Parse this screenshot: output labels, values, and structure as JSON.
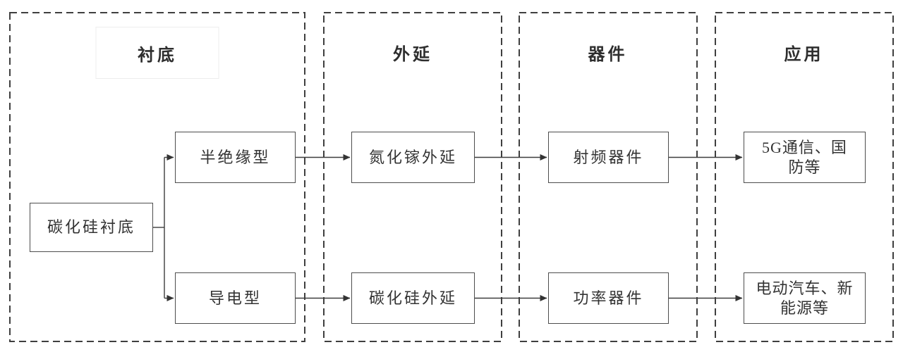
{
  "columns": [
    {
      "title": "衬底"
    },
    {
      "title": "外延"
    },
    {
      "title": "器件"
    },
    {
      "title": "应用"
    }
  ],
  "nodes": {
    "substrate": {
      "label": "碳化硅衬底"
    },
    "semi_insulating": {
      "label": "半绝缘型"
    },
    "conductive": {
      "label": "导电型"
    },
    "gan_epitaxy": {
      "label": "氮化镓外延"
    },
    "sic_epitaxy": {
      "label": "碳化硅外延"
    },
    "rf_devices": {
      "label": "射频器件"
    },
    "power_devices": {
      "label": "功率器件"
    },
    "app_rf": {
      "label": "5G通信、国防等",
      "lines": [
        "5G通信、国",
        "防等"
      ]
    },
    "app_power": {
      "label": "电动汽车、新能源等",
      "lines": [
        "电动汽车、新",
        "能源等"
      ]
    }
  },
  "colors": {
    "background": "#ffffff",
    "line": "#3d3d3d",
    "box_border": "#4d4d4d",
    "dashed_border": "#3f3f3f",
    "text": "#333333"
  }
}
